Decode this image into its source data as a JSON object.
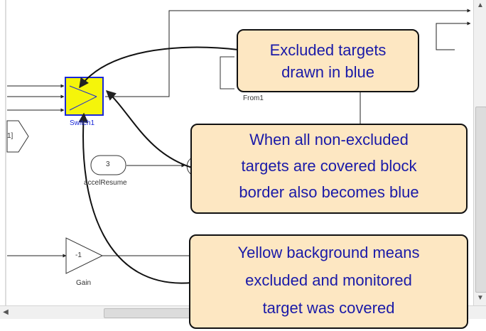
{
  "blocks": {
    "switch_label": "Switch1",
    "from_label": "From1",
    "const_value": "3",
    "const_label": "accelResume",
    "gain_value": "-1",
    "gain_label": "Gain",
    "inport_fragment": "1]"
  },
  "callouts": {
    "excluded_line1": "Excluded targets",
    "excluded_line2": "drawn in blue",
    "covered_line1": "When all non-excluded",
    "covered_line2": "targets are covered block",
    "covered_line3": "border also becomes blue",
    "yellow_line1": "Yellow background means",
    "yellow_line2": "excluded and monitored",
    "yellow_line3": "target was covered"
  },
  "colors": {
    "switch_fill": "#f5f50a",
    "switch_border": "#1a28d8",
    "callout_bg": "#fde7c2",
    "callout_text": "#1a1aa8"
  }
}
